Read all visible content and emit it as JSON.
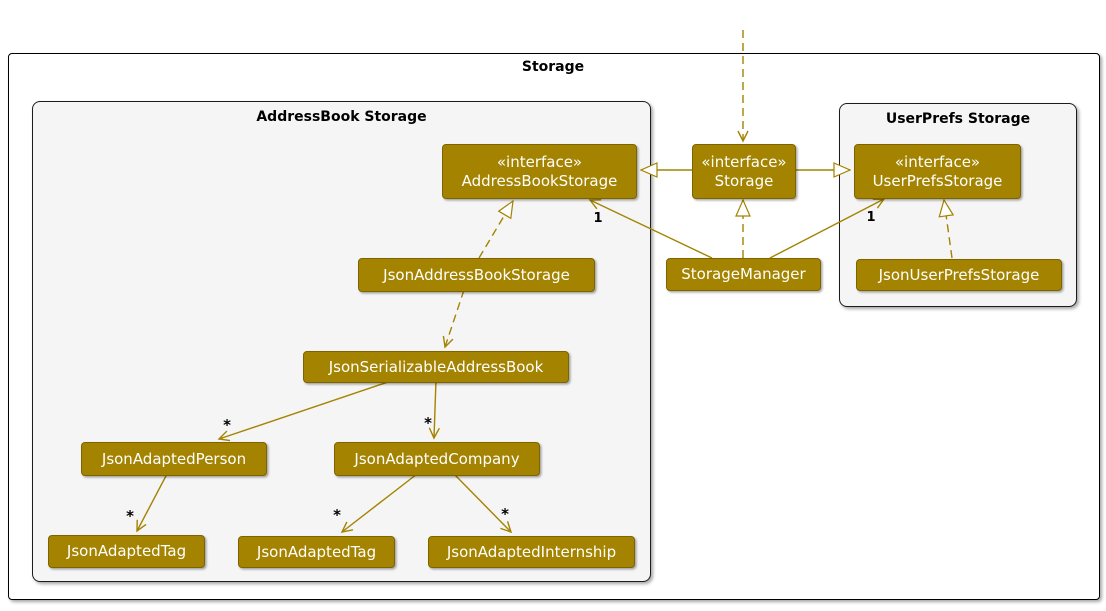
{
  "diagram": {
    "frame": {
      "title": "Storage"
    },
    "packages": {
      "addressbook": {
        "title": "AddressBook Storage"
      },
      "userprefs": {
        "title": "UserPrefs Storage"
      }
    },
    "nodes": {
      "addressBookStorage": {
        "stereotype": "«interface»",
        "name": "AddressBookStorage"
      },
      "storage": {
        "stereotype": "«interface»",
        "name": "Storage"
      },
      "userPrefsStorage": {
        "stereotype": "«interface»",
        "name": "UserPrefsStorage"
      },
      "jsonAddressBookStorage": {
        "name": "JsonAddressBookStorage"
      },
      "storageManager": {
        "name": "StorageManager"
      },
      "jsonUserPrefsStorage": {
        "name": "JsonUserPrefsStorage"
      },
      "jsonSerializableAddressBook": {
        "name": "JsonSerializableAddressBook"
      },
      "jsonAdaptedPerson": {
        "name": "JsonAdaptedPerson"
      },
      "jsonAdaptedCompany": {
        "name": "JsonAdaptedCompany"
      },
      "jsonAdaptedTag1": {
        "name": "JsonAdaptedTag"
      },
      "jsonAdaptedTag2": {
        "name": "JsonAdaptedTag"
      },
      "jsonAdaptedInternship": {
        "name": "JsonAdaptedInternship"
      }
    },
    "edge_labels": {
      "mult_one_addressbook": "1",
      "mult_one_userprefs": "1",
      "mult_many_person": "*",
      "mult_many_company": "*",
      "mult_many_tag1": "*",
      "mult_many_tag2": "*",
      "mult_many_internship": "*"
    },
    "colors": {
      "node_fill": "#A38300",
      "node_text": "#FFFFFF",
      "edge": "#A38300",
      "package_fill": "#F5F5F5",
      "frame_fill": "#FFFFFF",
      "border": "#000000",
      "label_text": "#000000"
    }
  }
}
